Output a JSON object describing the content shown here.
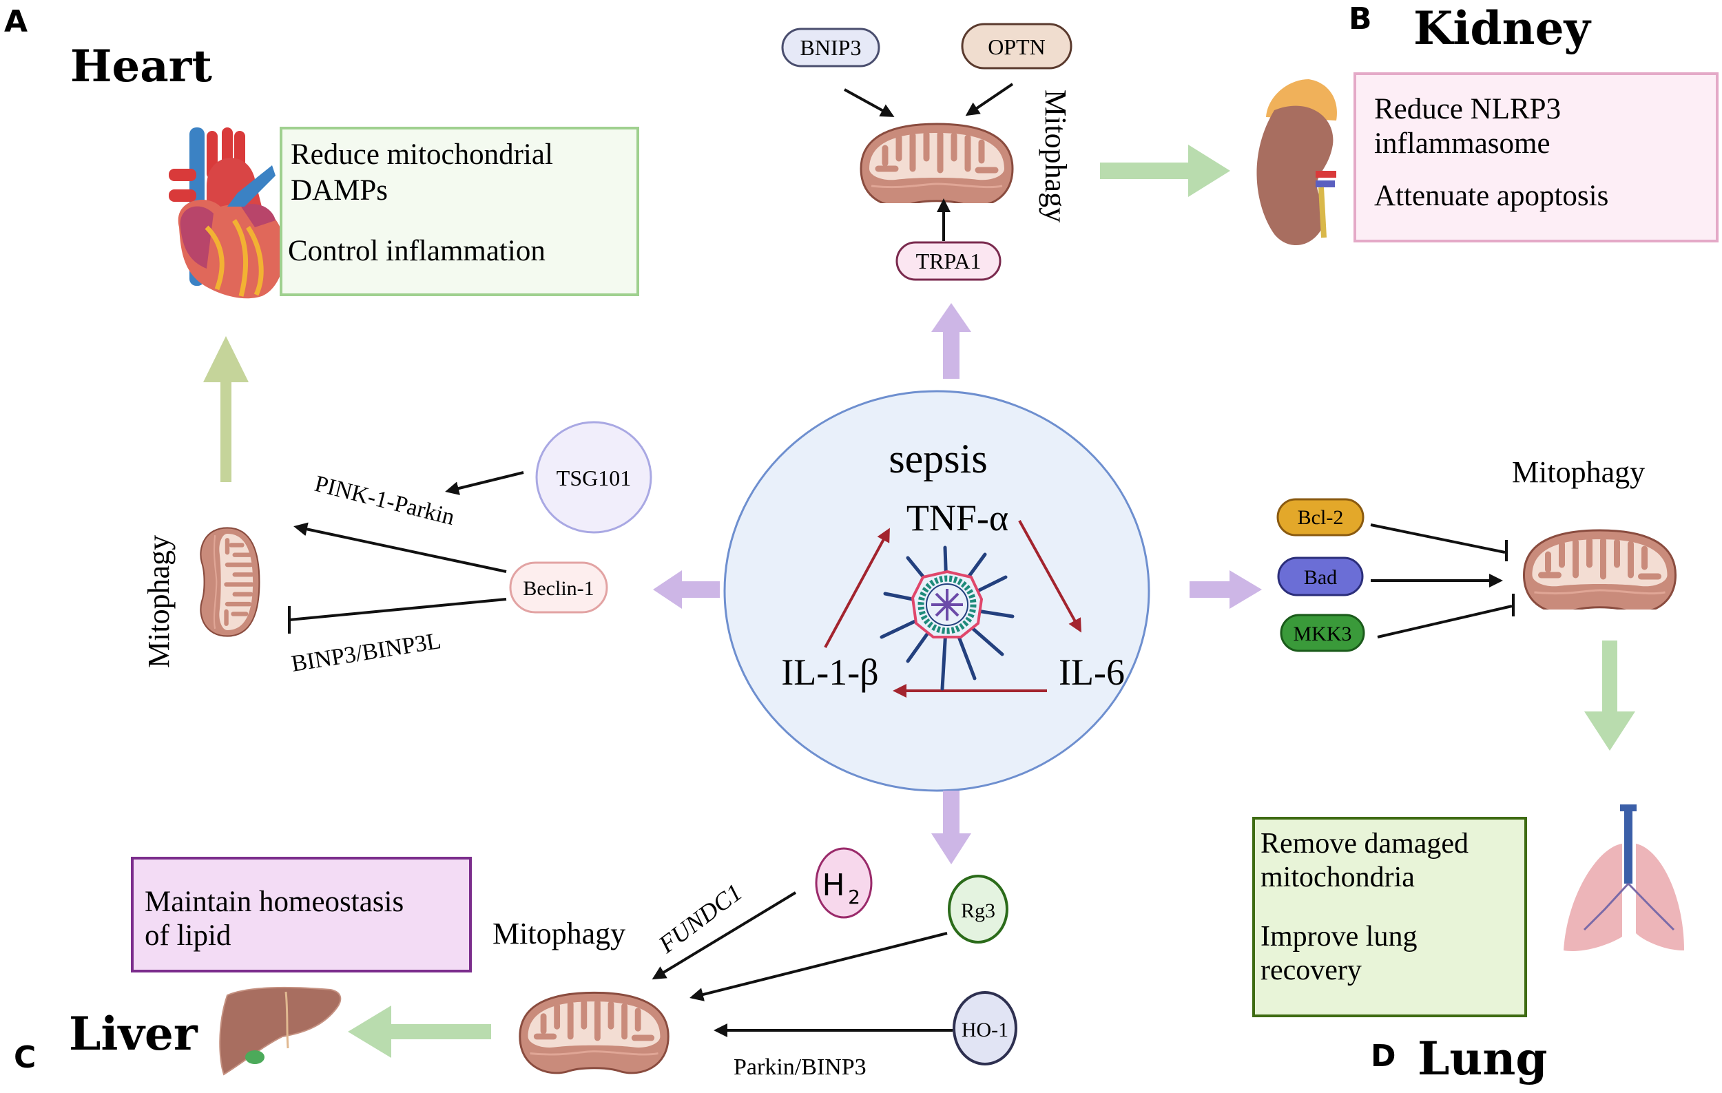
{
  "panels": {
    "A": {
      "letter": "A",
      "organ": "Heart",
      "outcomes": [
        "Reduce mitochondrial",
        "DAMPs",
        "Control inflammation"
      ],
      "mitophagy_label": "Mitophagy",
      "pathway_labels": {
        "activate": "PINK-1-Parkin",
        "inhibit": "BINP3/BINP3L"
      },
      "nodes": {
        "tsg101": "TSG101",
        "beclin1": "Beclin-1"
      }
    },
    "B": {
      "letter": "B",
      "organ": "Kidney",
      "outcomes": [
        "Reduce NLRP3",
        "inflammasome",
        "Attenuate apoptosis"
      ],
      "mitophagy_label": "Mitophagy",
      "nodes": {
        "bnip3": "BNIP3",
        "optn": "OPTN",
        "trpa1": "TRPA1"
      }
    },
    "C": {
      "letter": "C",
      "organ": "Liver",
      "outcomes": [
        "Maintain homeostasis",
        "of lipid"
      ],
      "mitophagy_label": "Mitophagy",
      "pathway_labels": {
        "h2": "FUNDC1",
        "ho1": "Parkin/BINP3"
      },
      "nodes": {
        "h2": "H",
        "h2_sub": "2",
        "rg3": "Rg3",
        "ho1": "HO-1"
      }
    },
    "D": {
      "letter": "D",
      "organ": "Lung",
      "outcomes": [
        "Remove damaged",
        "mitochondria",
        "Improve lung",
        "recovery"
      ],
      "mitophagy_label": "Mitophagy",
      "nodes": {
        "bcl2": "Bcl-2",
        "bad": "Bad",
        "mkk3": "MKK3"
      }
    }
  },
  "center": {
    "title": "sepsis",
    "cytokines": {
      "top": "TNF-α",
      "right": "IL-6",
      "left": "IL-1-β"
    }
  },
  "colors": {
    "center_fill": "#e9f0fa",
    "center_stroke": "#6e8fcf",
    "purple_arrow": "#cdb6e6",
    "green_arrow": "#b9dcae",
    "olive_arrow": "#c5d49a",
    "cytokine_arrow": "#a3242e",
    "heart_box_stroke": "#9fd08f",
    "heart_box_fill": "#f4faf0",
    "kidney_box_stroke": "#e4a9c7",
    "kidney_box_fill": "#fdeef6",
    "liver_box_stroke": "#7b2d8c",
    "liver_box_fill": "#f3dcf5",
    "lung_box_stroke": "#3e6b12",
    "lung_box_fill": "#e8f4d8",
    "mito_outer": "#c98b7b",
    "mito_inner": "#f3ddd3"
  }
}
